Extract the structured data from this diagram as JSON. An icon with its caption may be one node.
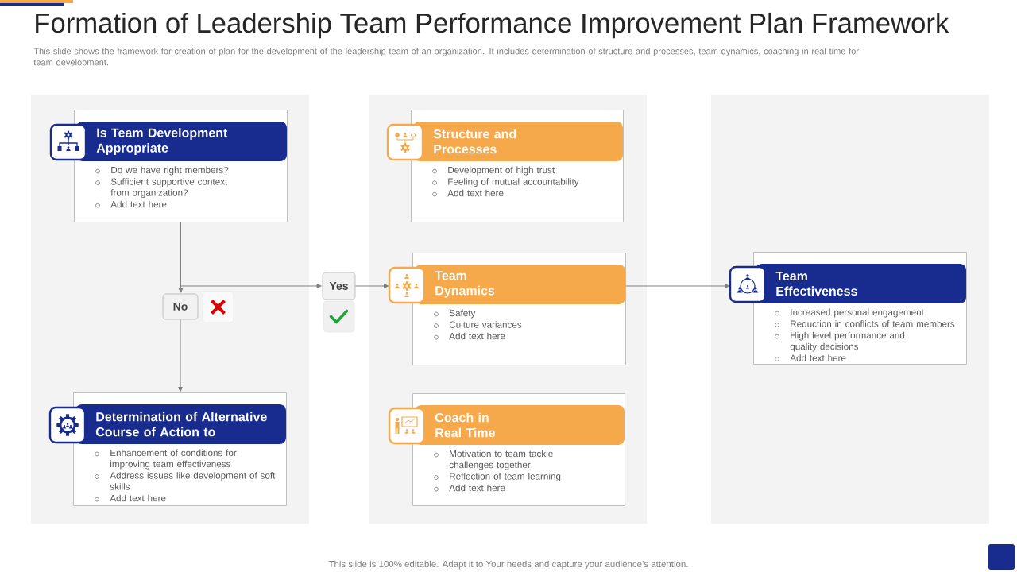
{
  "diagram": {
    "title": "Formation of Leadership Team Performance Improvement Plan Framework",
    "nodes": [
      {
        "text": [],
        "shape": "box"
      },
      {
        "text": [
          "Is Team Development Appropriate",
          "Do we have right members?",
          "Sufficient supportive context from organization?",
          "Add text here"
        ],
        "in": 0
      },
      {
        "text": [
          "No"
        ],
        "in": 0
      },
      {
        "text": [
          "Determination of Alternative Course of Action to",
          "Enhancement of conditions for improving team effectiveness",
          "Address issues like development of soft skills",
          "Add text here"
        ],
        "in": 0
      },
      {
        "text": [
          "Yes"
        ]
      },
      {
        "text": [],
        "shape": "box"
      },
      {
        "text": [
          "Structure and Processes",
          "Development of high trust",
          "Feeling of mutual accountability",
          "Add text here"
        ],
        "in": 5
      },
      {
        "text": [
          "Team Dynamics",
          "Safety",
          "Culture variances",
          "Add text here"
        ],
        "in": 5
      },
      {
        "text": [
          "Coach in Real Time",
          "Motivation to team tackle challenges together",
          "Reflection of team learning",
          "Add text here"
        ],
        "in": 5
      },
      {
        "text": [],
        "shape": "box"
      },
      {
        "text": [
          "Team Effectiveness",
          "Increased personal engagement",
          "Reduction in conflicts of team members",
          "High level performance and quality decisions",
          "Add text here"
        ],
        "in": 9
      }
    ],
    "edges": [
      {
        "from": 1,
        "to": 2,
        "arrow": "to"
      },
      {
        "from": 1,
        "to": 4,
        "arrow": "to"
      },
      {
        "from": 2,
        "to": 3,
        "arrow": "to"
      },
      {
        "from": 4,
        "to": 7,
        "arrow": "to"
      },
      {
        "from": 7,
        "to": 10,
        "arrow": "to"
      }
    ],
    "labels": [
      "This slide shows the framework for creation of plan for the development of the leadership team of an organization. It includes determination of structure and processes, team dynamics, coaching in real time for team development.",
      "This slide is 100% editable. Adapt it to Your needs and capture your audience’s attention."
    ]
  }
}
